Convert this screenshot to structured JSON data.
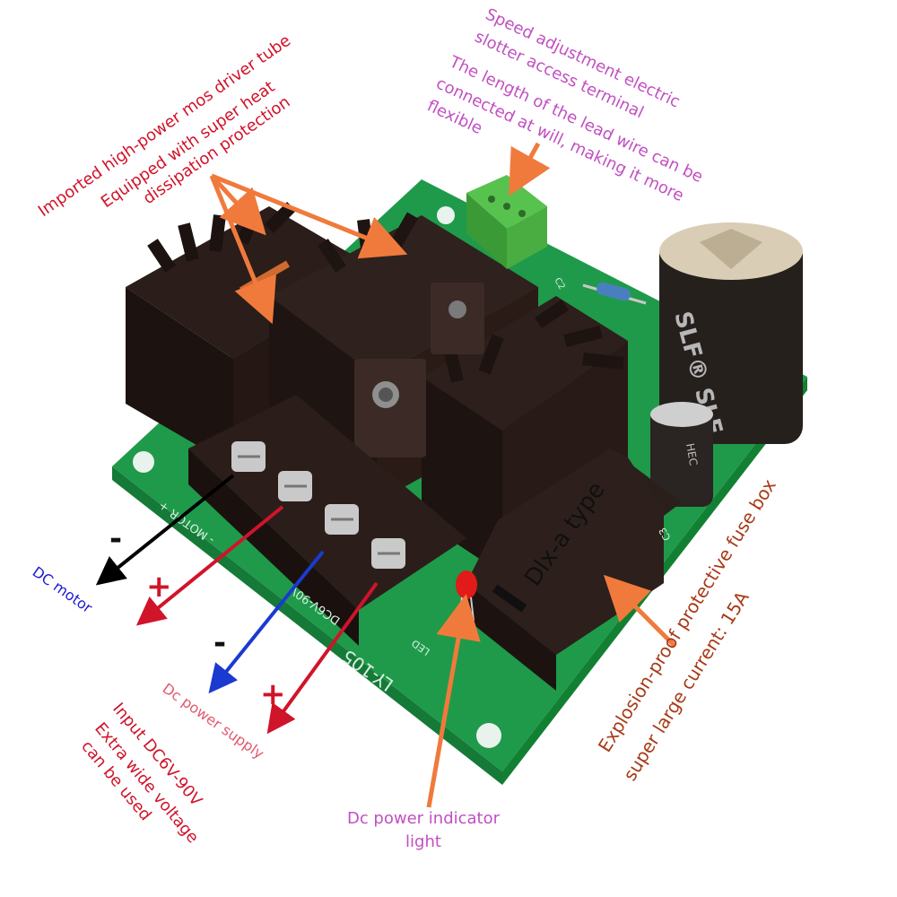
{
  "annotations": {
    "mos_line1": "Imported high-power mos driver tube",
    "mos_line2": "Equipped with super heat",
    "mos_line3": "dissipation protection",
    "speed_line1": "Speed adjustment electric",
    "speed_line2": "slotter access terminal",
    "lead_line1": "The length of the lead wire can be",
    "lead_line2": "connected at will, making it more",
    "lead_line3": "flexible",
    "fuse_line1": "Explosion-proof protective fuse box",
    "fuse_line2": "super large current: 15A",
    "dc_motor": "DC motor",
    "dc_power_supply": "Dc power supply",
    "input_line1": "Input DC6V-90V",
    "input_line2": "Extra wide voltage",
    "input_line3": "can be used",
    "indicator_line1": "Dc power indicator",
    "indicator_line2": "light"
  },
  "board": {
    "fuse_label": "Dlx-a type",
    "model": "LY-105",
    "motor_print": "- MOTOR +",
    "dc_print": "DC6V-90V",
    "cap_brand": "SLF® SLF",
    "cap_small": "HEC",
    "pcb_c2": "C2",
    "pcb_c3": "C3",
    "pcb_led": "LED"
  },
  "terminal_signs": {
    "minus_1": "-",
    "plus_1": "+",
    "minus_2": "-",
    "plus_2": "+"
  },
  "colors": {
    "pcb": "#1f9a4a",
    "heatsink": "#2a1d1a",
    "red_label": "#d0142a",
    "purple_label": "#c24fc2",
    "blue_label": "#1a1ad0",
    "orange_arrow": "#f07a3c",
    "fuse_text": "#a83a17"
  }
}
